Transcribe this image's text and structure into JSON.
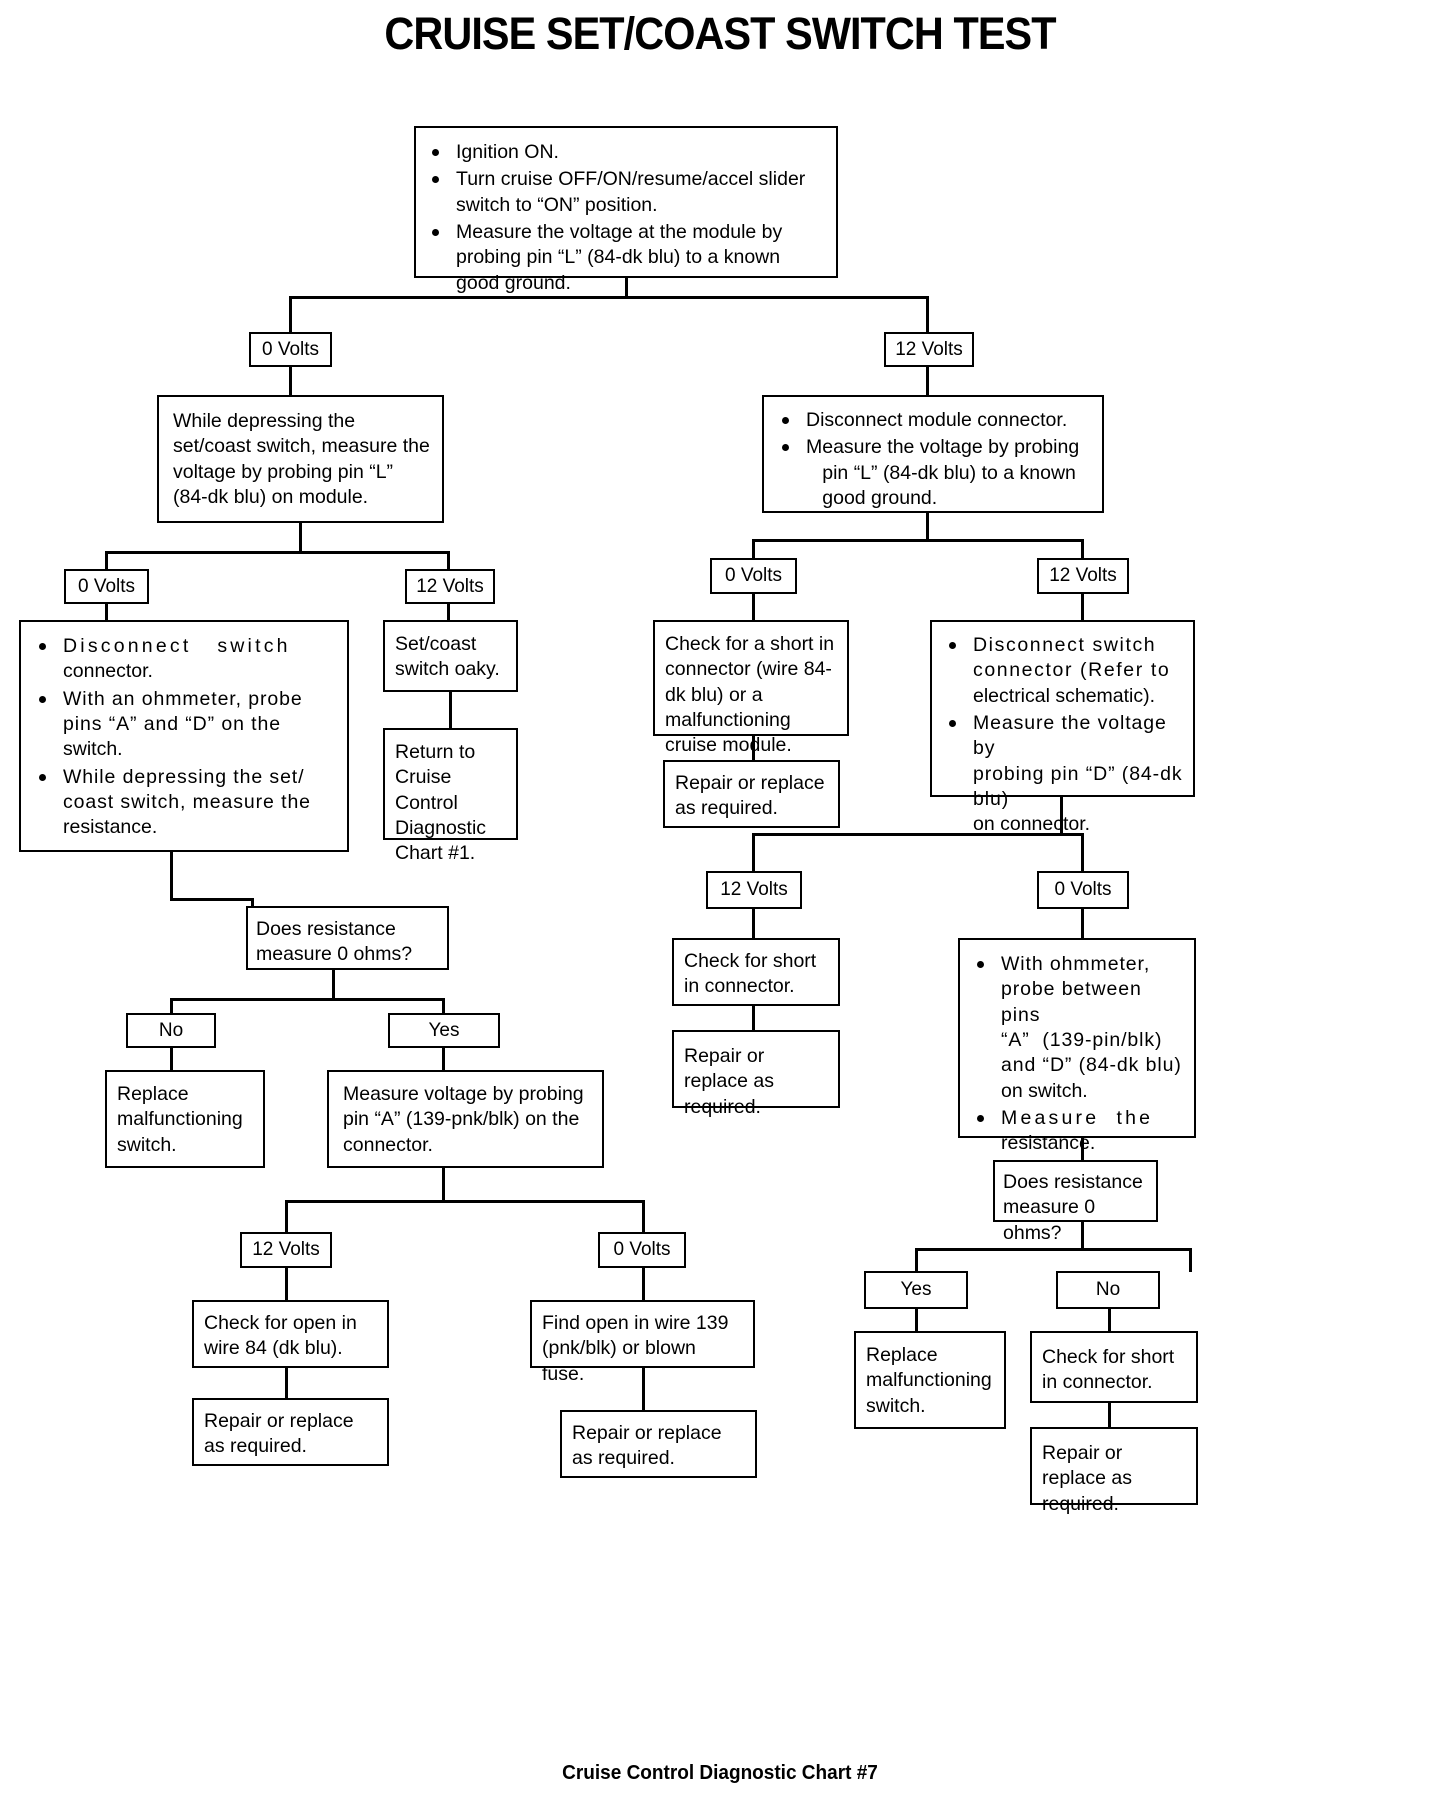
{
  "title": "CRUISE SET/COAST SWITCH TEST",
  "footer": "Cruise Control Diagnostic Chart #7",
  "chart_data": {
    "type": "flowchart",
    "title": "CRUISE SET/COAST SWITCH TEST",
    "caption": "Cruise Control Diagnostic Chart #7",
    "node_count": 27
  },
  "nodes": {
    "start": {
      "bullets": [
        "Ignition ON.",
        "Turn cruise OFF/ON/resume/accel slider switch to “ON” position.",
        "Measure the voltage at the module by probing pin “L” (84-dk blu) to a known good ground."
      ]
    },
    "branch_0v_left": {
      "label": "0 Volts"
    },
    "branch_12v_right": {
      "label": "12 Volts"
    },
    "left_measure": {
      "text": "While depressing the set/coast switch, measure the voltage by probing pin “L” (84-dk blu) on module."
    },
    "left_0v": {
      "label": "0 Volts"
    },
    "left_12v": {
      "label": "12 Volts"
    },
    "left_disconnect_switch": {
      "bullets": [
        "Disconnect switch connector.",
        "With an ohmmeter, probe pins “A” and “D” on the switch.",
        "While depressing the set/coast switch, measure the resistance."
      ]
    },
    "setcoast_ok": {
      "text": "Set/coast switch oaky."
    },
    "return_chart1": {
      "text": "Return to Cruise Control Diagnostic Chart #1."
    },
    "left_resistance_q": {
      "text": "Does resistance measure 0 ohms?"
    },
    "left_no": {
      "label": "No"
    },
    "left_yes": {
      "label": "Yes"
    },
    "left_replace_switch": {
      "text": "Replace malfunctioning switch."
    },
    "left_measure_pinA": {
      "text": "Measure voltage by probing pin “A” (139-pnk/blk) on the connector."
    },
    "left_12v_b": {
      "label": "12 Volts"
    },
    "left_0v_b": {
      "label": "0 Volts"
    },
    "left_check_open84": {
      "text": "Check for open in wire 84 (dk blu)."
    },
    "left_repair_1": {
      "text": "Repair or replace as required."
    },
    "left_find_open139": {
      "text": "Find open in wire 139 (pnk/blk) or blown fuse."
    },
    "left_repair_2": {
      "text": "Repair or replace as required."
    },
    "right_disconnect_module": {
      "bullets": [
        "Disconnect module connector.",
        "Measure the voltage by probing pin “L” (84-dk blu) to a known good ground."
      ]
    },
    "right_0v": {
      "label": "0 Volts"
    },
    "right_12v": {
      "label": "12 Volts"
    },
    "right_check_short": {
      "text": "Check for a short in connector (wire 84-dk blu) or a malfunctioning cruise module."
    },
    "right_repair_1": {
      "text": "Repair or replace as required."
    },
    "right_disconnect_switch": {
      "bullets": [
        "Disconnect switch connector (Refer to electrical schematic).",
        "Measure the voltage by probing pin “D” (84-dk blu) on connector."
      ]
    },
    "right_12v_b": {
      "label": "12 Volts"
    },
    "right_0v_b": {
      "label": "0 Volts"
    },
    "right_check_short_conn": {
      "text": "Check for short in connector."
    },
    "right_repair_2": {
      "text": "Repair or replace as required."
    },
    "right_ohmmeter": {
      "bullets": [
        "With ohmmeter, probe between pins “A” (139-pin/blk) and “D” (84-dk blu) on switch.",
        "Measure the resistance."
      ]
    },
    "right_resistance_q": {
      "text": "Does resistance measure 0 ohms?"
    },
    "right_yes": {
      "label": "Yes"
    },
    "right_no": {
      "label": "No"
    },
    "right_replace_switch": {
      "text": "Replace malfunctioning switch."
    },
    "right_check_short_conn2": {
      "text": "Check for short in connector."
    },
    "right_repair_3": {
      "text": "Repair or replace as required."
    }
  }
}
